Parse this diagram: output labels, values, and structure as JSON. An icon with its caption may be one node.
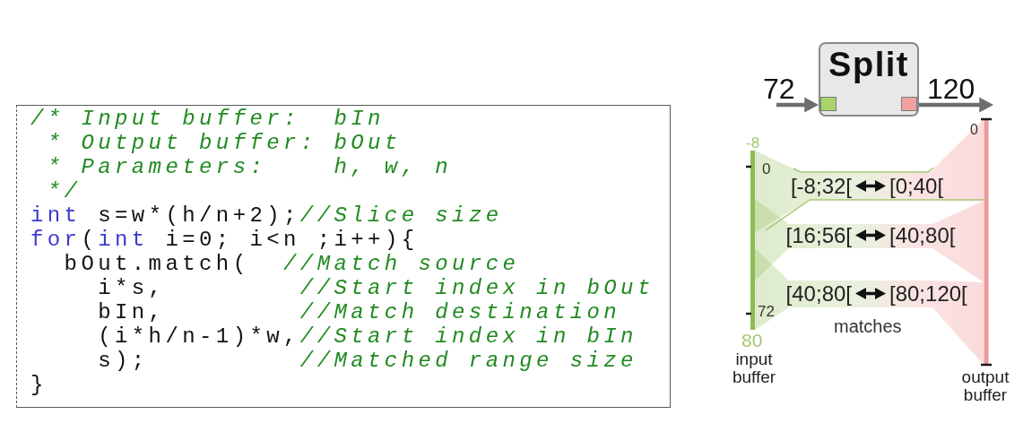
{
  "diagram": {
    "nodes": [
      {
        "text": [
          "/* Input buffer:  bIn",
          " * Output buffer: bOut",
          " * Parameters:    h, w, n",
          " */",
          "int s=w*(h/n+2);//Slice size",
          "for(int i=0; i<n ;i++){",
          "  bOut.match(  //Match source",
          "    i*s,        //Start index in bOut",
          "    bIn,        //Match destination",
          "    (i*h/n-1)*w,//Start index in bIn",
          "    s);         //Matched range size",
          "}"
        ]
      },
      {
        "text": [
          "Split"
        ]
      },
      {
        "text": [
          "input buffer"
        ],
        "beside": [
          "-8",
          "0",
          "72",
          "80"
        ]
      },
      {
        "text": [
          "output buffer"
        ]
      },
      {
        "text": [],
        "shape": "band"
      },
      {
        "text": [
          "[-8;32["
        ],
        "in": 4
      },
      {
        "text": [
          "[0;40["
        ],
        "in": 4
      },
      {
        "text": [],
        "shape": "band"
      },
      {
        "text": [
          "[16;56["
        ],
        "in": 7
      },
      {
        "text": [
          "[40;80["
        ],
        "in": 7
      },
      {
        "text": [],
        "shape": "band"
      },
      {
        "text": [
          "[40;80["
        ],
        "in": 10
      },
      {
        "text": [
          "[80;120["
        ],
        "in": 10
      }
    ],
    "edges": [
      {
        "from": null,
        "to": 1,
        "arrow": "to",
        "label": "72",
        "color": "#6e6e6e"
      },
      {
        "from": 1,
        "to": 3,
        "arrow": "to",
        "label": "120",
        "color": "#6e6e6e"
      },
      {
        "from": 5,
        "to": 6,
        "arrow": "both"
      },
      {
        "from": 8,
        "to": 9,
        "arrow": "both"
      },
      {
        "from": 11,
        "to": 12,
        "arrow": "both"
      }
    ],
    "labels": [
      "0",
      "matches"
    ]
  }
}
